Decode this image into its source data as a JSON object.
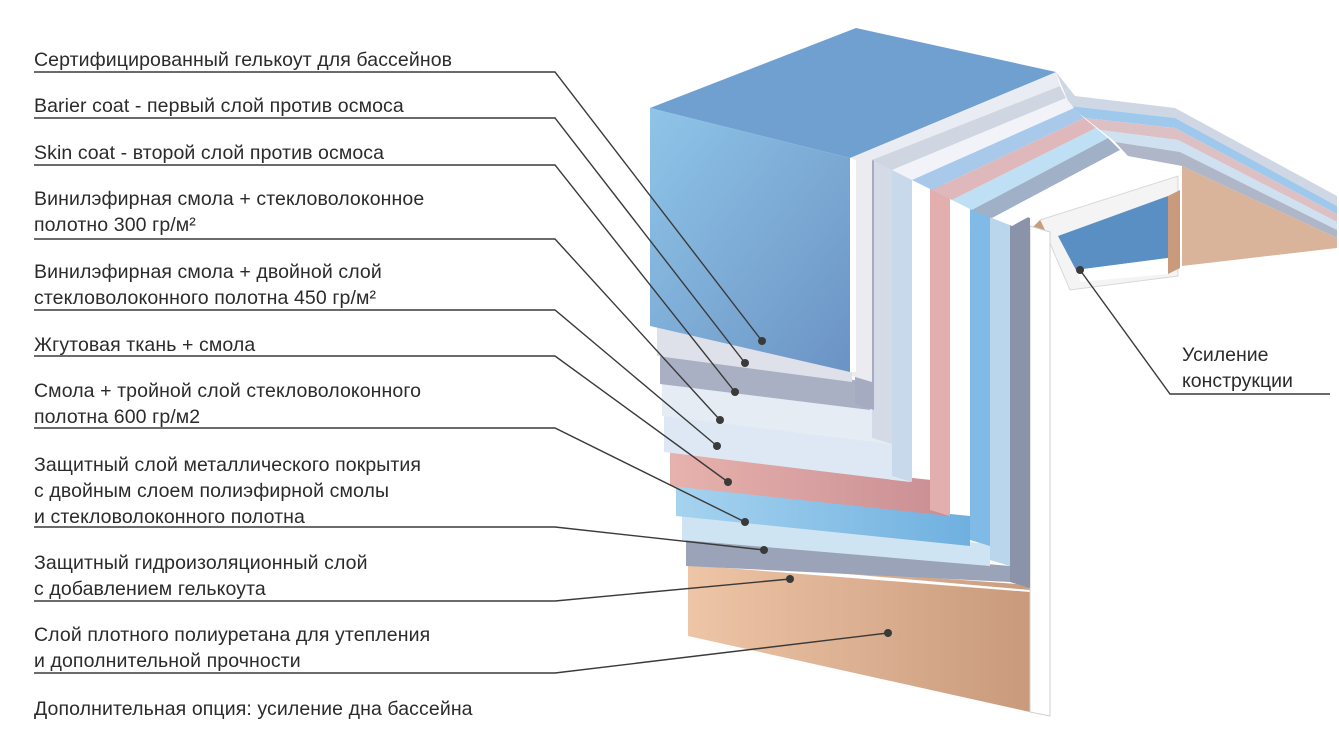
{
  "layers": [
    {
      "label": "Сертифицированный гелькоут для бассейнов",
      "color": "#7fb0dc"
    },
    {
      "label": "Barier coat - первый слой против осмоса",
      "color": "#dfe1ea"
    },
    {
      "label": "Skin coat - второй слой против осмоса",
      "color": "#aab0c4"
    },
    {
      "label": "Винилэфирная смола + стекловолоконное\nполотно 300 гр/м²",
      "color": "#dde8f4"
    },
    {
      "label": "Винилэфирная смола + двойной слой\nстекловолоконного полотна 450 гр/м²",
      "color": "#b9cde2"
    },
    {
      "label": "Жгутовая ткань + смола",
      "color": "#d9a5a5"
    },
    {
      "label": "Смола + тройной слой стекловолоконного\nполотна 600 гр/м2",
      "color": "#8ec2e8"
    },
    {
      "label": "Защитный слой металлического покрытия\nс двойным слоем полиэфирной смолы\nи стекловолоконного полотна",
      "color": "#cfe4f2"
    },
    {
      "label": "Защитный гидроизоляционный слой\nс добавлением гелькоута",
      "color": "#9aa3b8"
    },
    {
      "label": "Слой плотного полиуретана для утепления\nи дополнительной прочности",
      "color": "#e0b596"
    },
    {
      "label": "Дополнительная опция: усиление дна бассейна"
    }
  ],
  "side_label": "Усиление\nконструкции",
  "colors": {
    "leader_line": "#3a3a3a",
    "text": "#2b2b2b"
  }
}
